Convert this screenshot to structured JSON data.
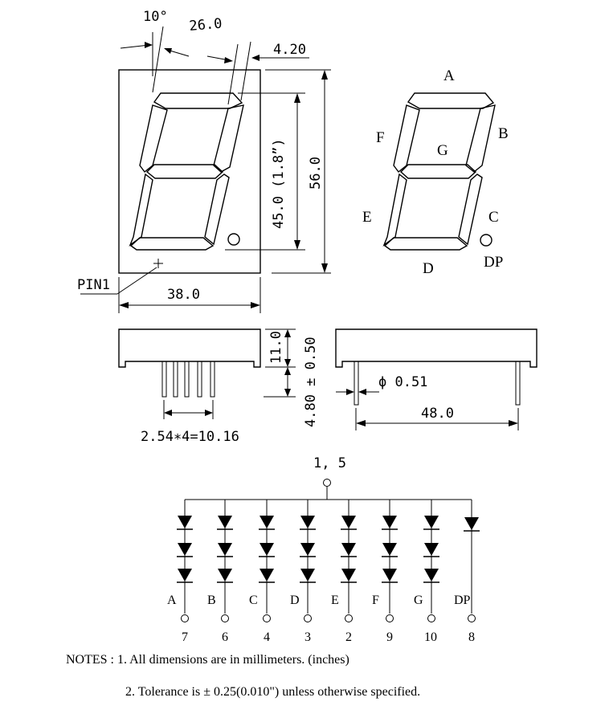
{
  "front_view": {
    "angle": "10°",
    "digit_width": "26.0",
    "segment_offset": "4.20",
    "digit_height": "45.0 (1.8”)",
    "body_height": "56.0",
    "body_width": "38.0",
    "pin1_label": "PIN1"
  },
  "segment_map": {
    "a": "A",
    "b": "B",
    "c": "C",
    "d": "D",
    "e": "E",
    "f": "F",
    "g": "G",
    "dp": "DP"
  },
  "side_view": {
    "height": "11.0",
    "pin_length": "4.80 ± 0.50",
    "pitch": "2.54∗4=10.16"
  },
  "end_view": {
    "pin_diameter": "ϕ 0.51",
    "pin_span": "48.0"
  },
  "circuit": {
    "common_pins": "1, 5",
    "segments": [
      {
        "label": "A",
        "pin": "7"
      },
      {
        "label": "B",
        "pin": "6"
      },
      {
        "label": "C",
        "pin": "4"
      },
      {
        "label": "D",
        "pin": "3"
      },
      {
        "label": "E",
        "pin": "2"
      },
      {
        "label": "F",
        "pin": "9"
      },
      {
        "label": "G",
        "pin": "10"
      },
      {
        "label": "DP",
        "pin": "8"
      }
    ]
  },
  "notes": {
    "note1": "NOTES : 1. All dimensions are in millimeters. (inches)",
    "note2": "2. Tolerance is  ±  0.25(0.010\") unless otherwise specified."
  }
}
